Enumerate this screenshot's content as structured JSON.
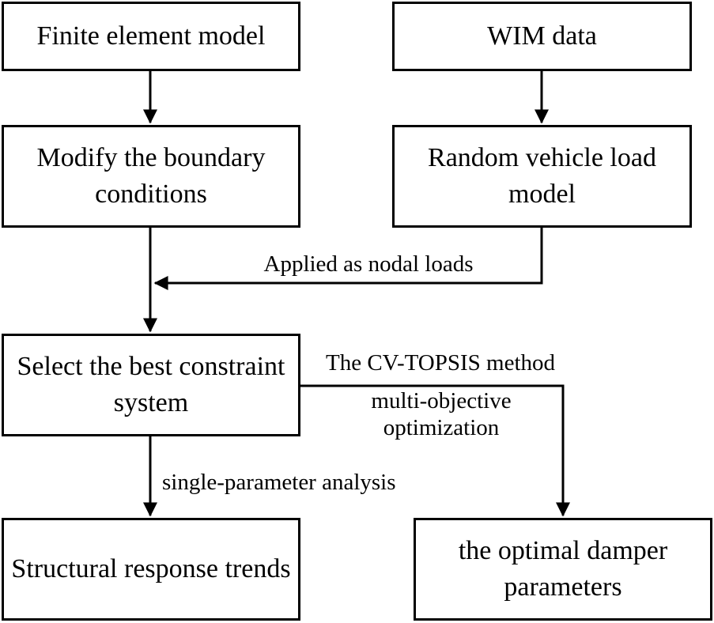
{
  "diagram": {
    "type": "flowchart",
    "boxes": {
      "finite_element_model": "Finite element model",
      "wim_data": "WIM data",
      "modify_boundary_conditions": "Modify the boundary conditions",
      "random_vehicle_load_model": "Random vehicle load model",
      "select_constraint_system": "Select the best constraint system",
      "structural_response_trends": "Structural response trends",
      "optimal_damper_parameters": "the optimal damper parameters"
    },
    "edge_labels": {
      "applied_as_nodal_loads": "Applied as nodal loads",
      "cv_topsis_method": "The CV-TOPSIS method",
      "multi_objective_optimization": "multi-objective optimization",
      "single_parameter_analysis": "single-parameter analysis"
    },
    "colors": {
      "background": "#ffffff",
      "line": "#000000",
      "text": "#000000"
    }
  }
}
